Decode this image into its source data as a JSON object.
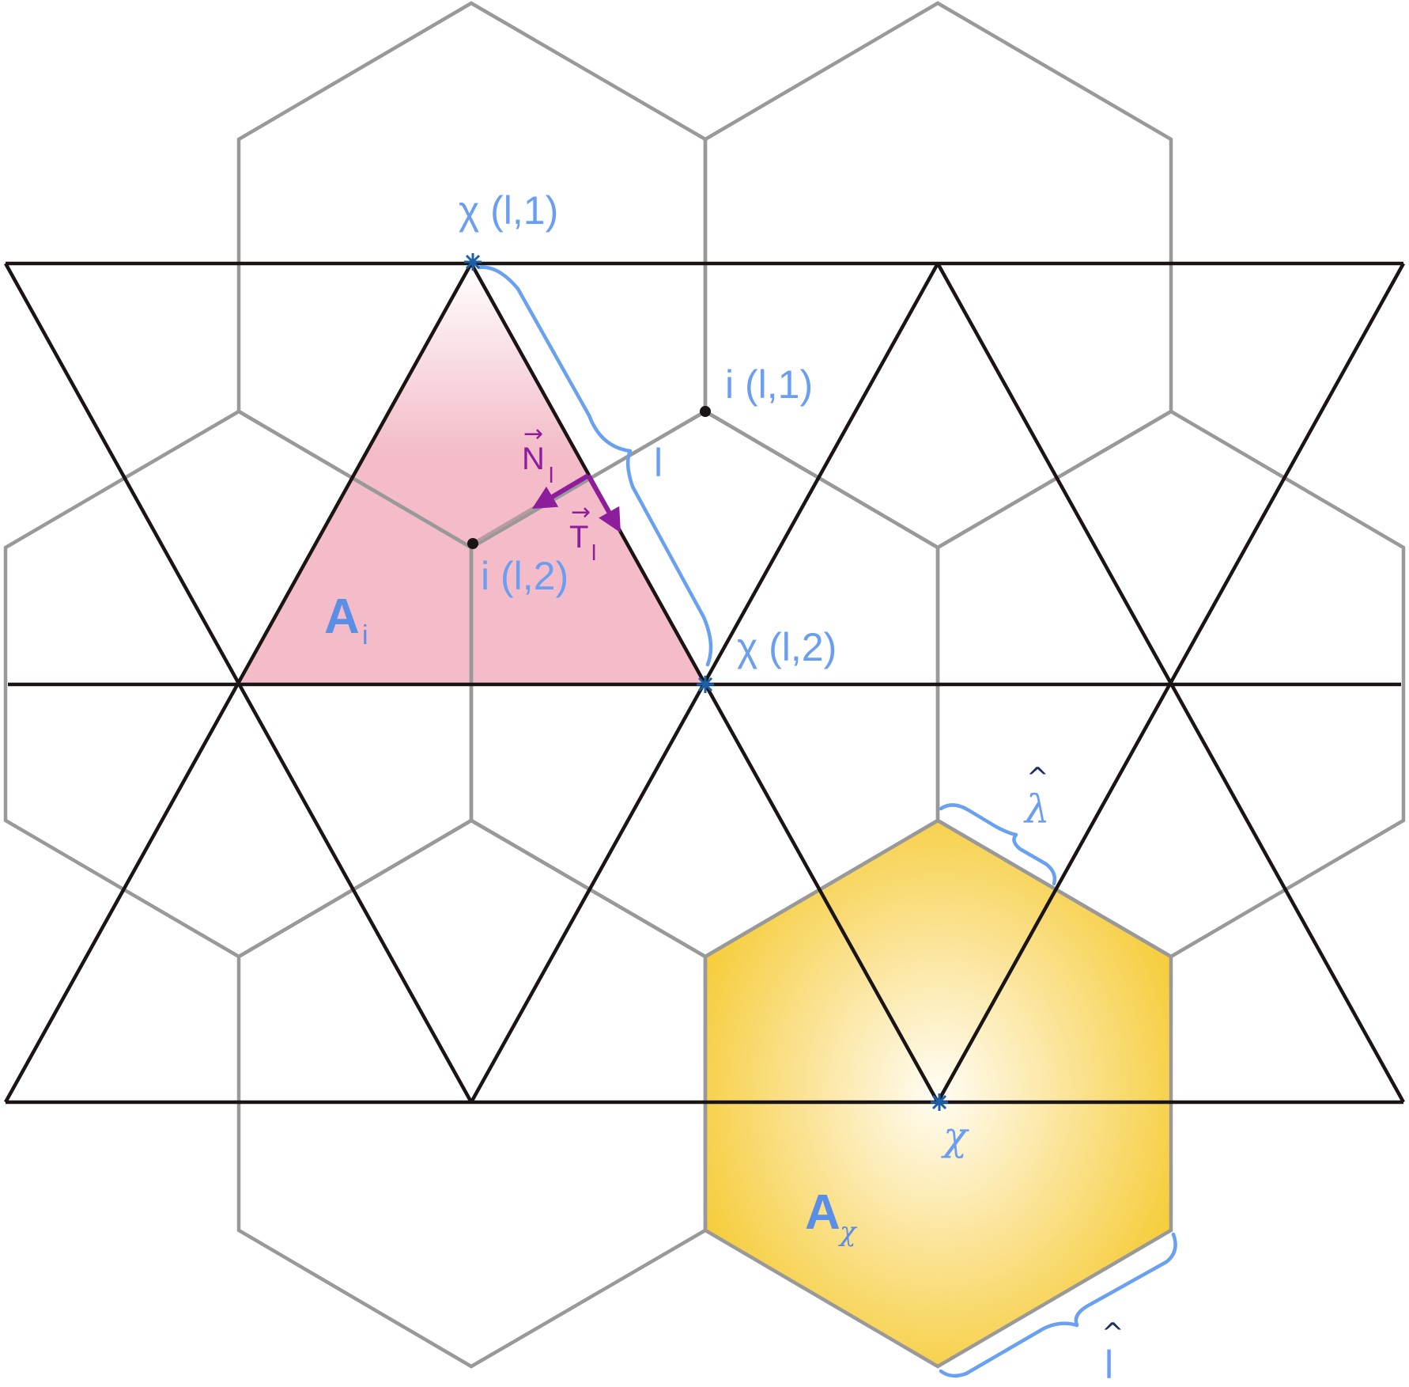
{
  "labels": {
    "chi_l1": "χ (l,1)",
    "i_l1": "i (l,1)",
    "i_l2": "i (l,2)",
    "chi_l2": "χ (l,2)",
    "l": "l",
    "A_i_main": "A",
    "A_i_sub": "i",
    "N_main": "N",
    "N_sub": "l",
    "T_main": "T",
    "T_sub": "l",
    "vector_arrow": "→",
    "lambda_hat": "λ",
    "hat_mark": "^",
    "chi": "χ",
    "A_chi_main": "A",
    "A_chi_sub": "χ",
    "l_hat": "l"
  },
  "colors": {
    "triangle_edges": "#1a1414",
    "hexagon_edges": "#999999",
    "label_blue": "#6a9ef0",
    "vector_purple": "#8e1d9c",
    "triangle_fill": "#f3bcc8",
    "hexagon_fill_center": "#fffdf5",
    "hexagon_fill_edge": "#f6cd3c",
    "star_marker": "#1b5fa8"
  }
}
